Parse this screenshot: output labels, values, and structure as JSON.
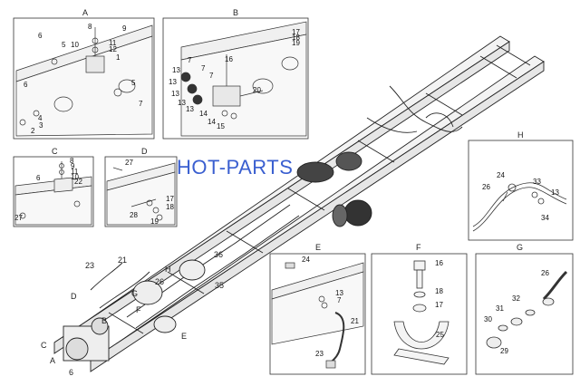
{
  "watermark": "HOT-PARTS",
  "main_labels": [
    "B",
    "C",
    "A",
    "6",
    "D",
    "21",
    "23",
    "G",
    "26",
    "F",
    "H",
    "36",
    "35",
    "E"
  ],
  "panels": {
    "A": {
      "title": "A",
      "labels": [
        "8",
        "9",
        "6",
        "5",
        "10",
        "11",
        "12",
        "1",
        "5",
        "7",
        "4",
        "3",
        "2",
        "6"
      ]
    },
    "B": {
      "title": "B",
      "labels": [
        "17",
        "18",
        "19",
        "16",
        "7",
        "7",
        "13",
        "13",
        "13",
        "14",
        "14",
        "15",
        "20",
        "13",
        "13",
        "7"
      ]
    },
    "C": {
      "title": "C",
      "labels": [
        "8",
        "6",
        "9",
        "11",
        "10",
        "22",
        "27"
      ]
    },
    "D": {
      "title": "D",
      "labels": [
        "27",
        "28",
        "17",
        "18",
        "19"
      ]
    },
    "H": {
      "title": "H",
      "labels": [
        "24",
        "26",
        "33",
        "13",
        "34"
      ]
    },
    "E": {
      "title": "E",
      "labels": [
        "24",
        "13",
        "7",
        "21",
        "23"
      ]
    },
    "F": {
      "title": "F",
      "labels": [
        "16",
        "18",
        "17",
        "25"
      ]
    },
    "G": {
      "title": "G",
      "labels": [
        "26",
        "32",
        "31",
        "30",
        "29"
      ]
    }
  }
}
